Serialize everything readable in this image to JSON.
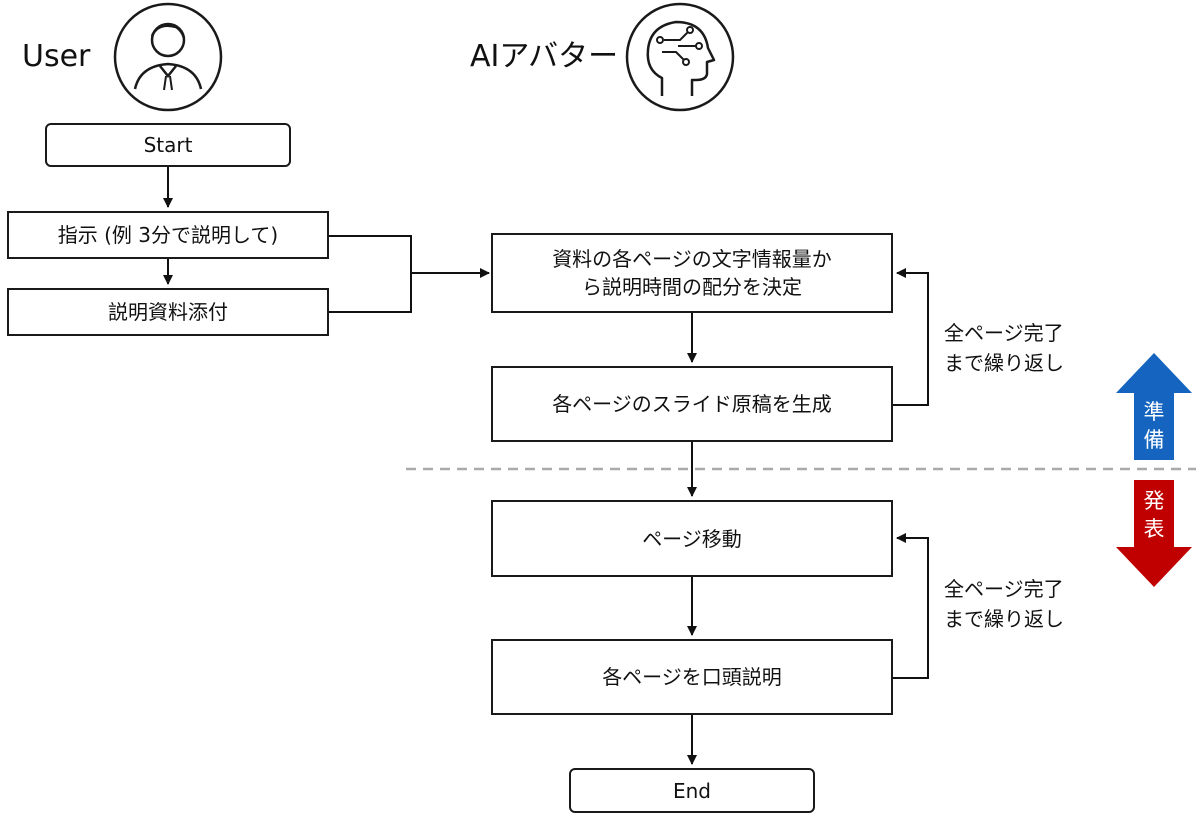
{
  "actors": {
    "user_label": "User",
    "ai_label": "AIアバター",
    "user_icon": "user-icon",
    "ai_icon": "ai-head-icon"
  },
  "nodes": {
    "start": "Start",
    "instruction": "指示 (例 3分で説明して)",
    "attach": "説明資料添付",
    "allocate_line1": "資料の各ページの文字情報量か",
    "allocate_line2": "ら説明時間の配分を決定",
    "generate": "各ページのスライド原稿を生成",
    "move_page": "ページ移動",
    "explain": "各ページを口頭説明",
    "end": "End"
  },
  "loops": {
    "prep_line1": "全ページ完了",
    "prep_line2": "まで繰り返し",
    "present_line1": "全ページ完了",
    "present_line2": "まで繰り返し"
  },
  "phases": {
    "prep_line1": "準",
    "prep_line2": "備",
    "present_line1": "発",
    "present_line2": "表",
    "prep_color": "#1565C0",
    "present_color": "#C00000"
  }
}
